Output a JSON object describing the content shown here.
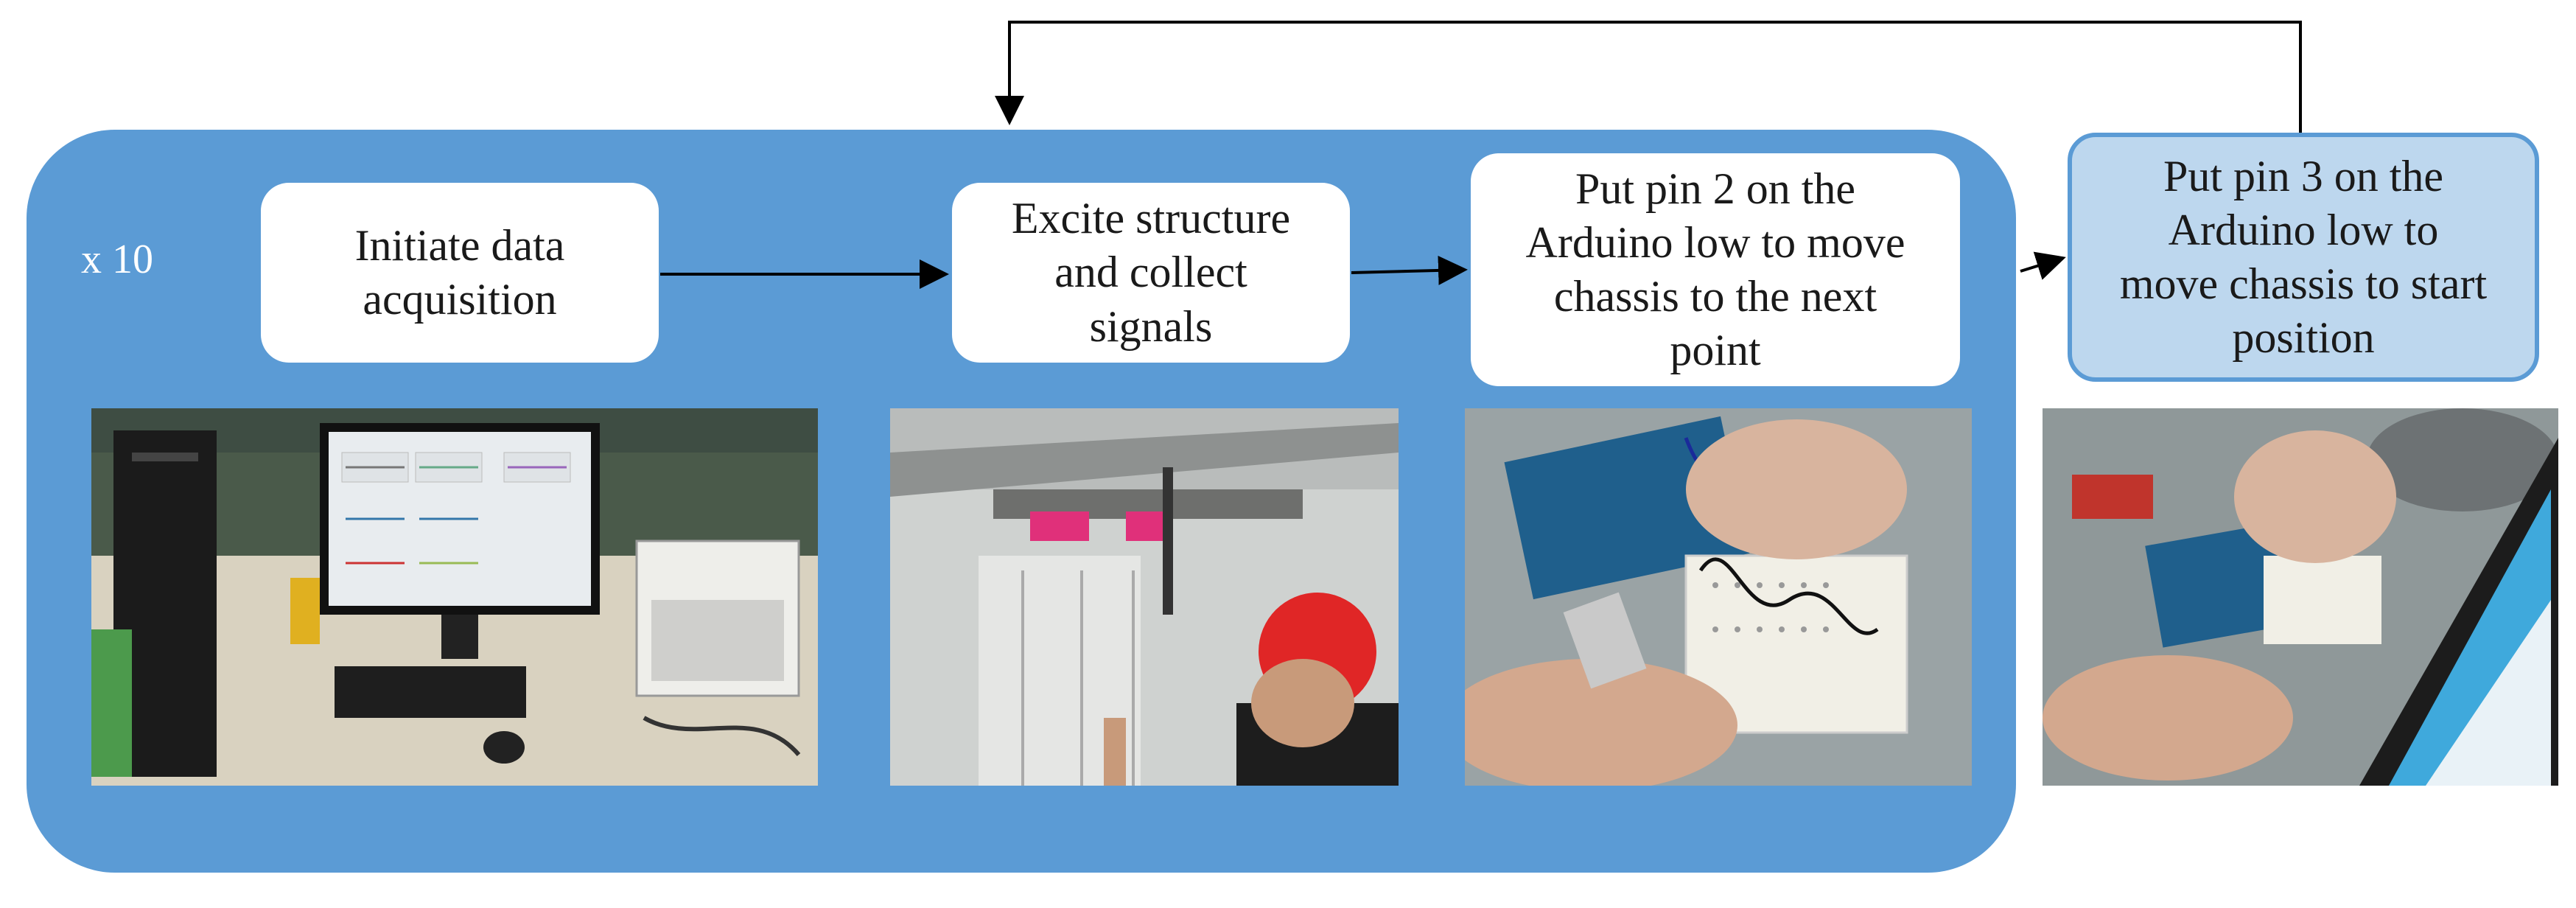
{
  "loop_label": "x 10",
  "steps": [
    {
      "id": "initiate",
      "text": "Initiate data acquisition"
    },
    {
      "id": "excite",
      "text": "Excite structure and collect signals"
    },
    {
      "id": "pin2",
      "text": "Put pin 2 on the Arduino low to move chassis to the next point"
    },
    {
      "id": "pin3",
      "text": "Put pin 3 on the Arduino low to move chassis to start position"
    }
  ],
  "colors": {
    "loop_fill": "#5b9bd5",
    "box_fill": "#ffffff",
    "final_box_fill": "#bdd7ee",
    "final_box_border": "#5b9bd5",
    "arrow": "#000000",
    "text": "#1a1a1a"
  }
}
